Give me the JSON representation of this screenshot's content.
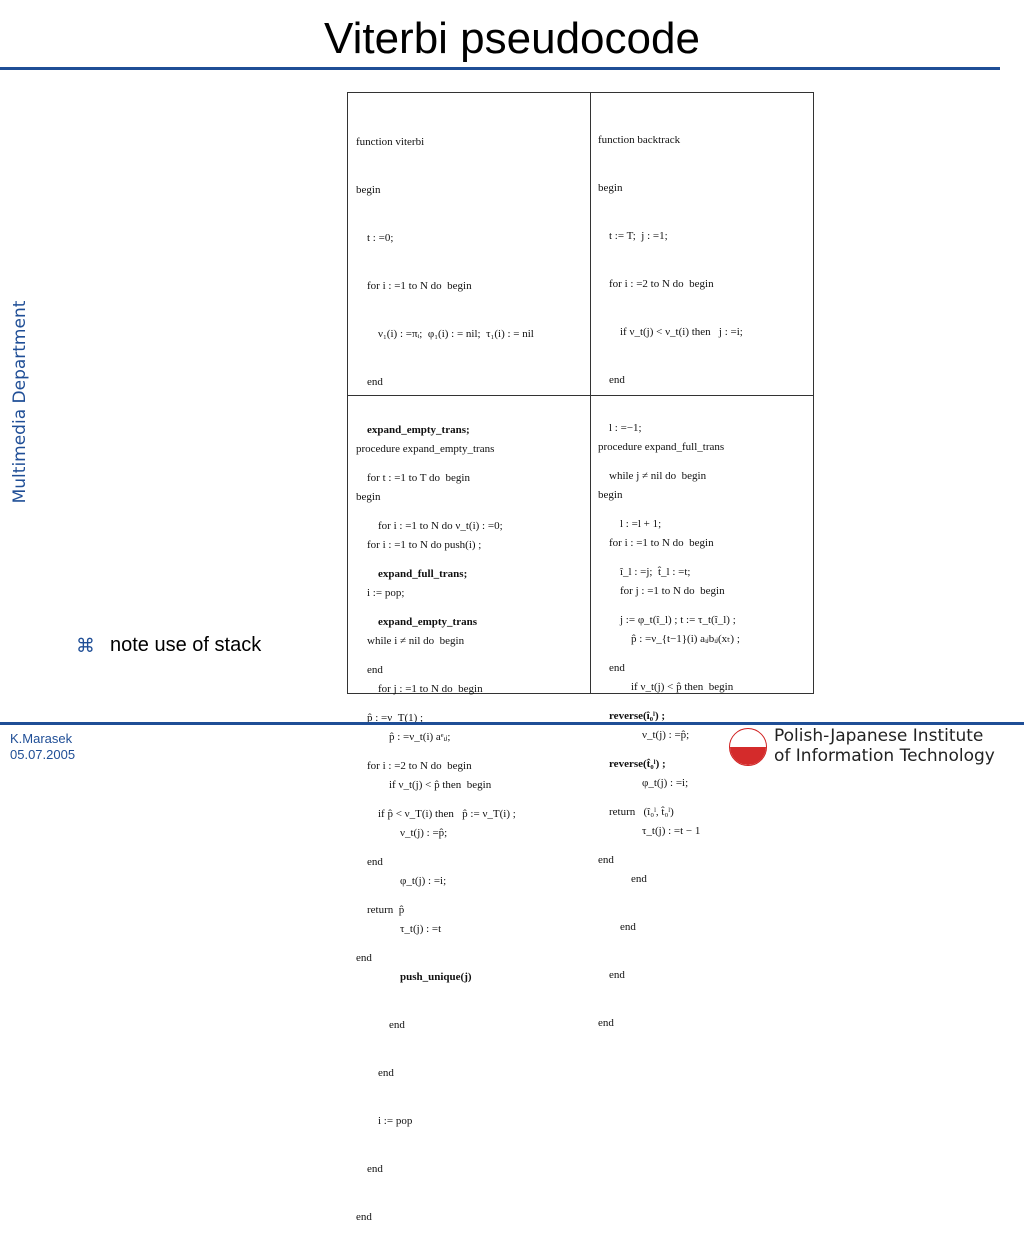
{
  "slide": {
    "title": "Viterbi pseudocode",
    "side_label": "Multimedia Department",
    "bullet_symbol": "⌘",
    "bullet_text": "note use of stack",
    "author": "K.Marasek",
    "date": "05.07.2005",
    "institute_line1": "Polish-Japanese Institute",
    "institute_line2": "of Information Technology",
    "accent_color": "#1f4e96",
    "logo_color": "#d42b2b"
  },
  "code": {
    "viterbi": [
      "function viterbi",
      "begin",
      "    t : =0;",
      "    for i : =1 to N do  begin",
      "        ν₁(i) : =πᵢ;  φ₁(i) : = nil;  τ₁(i) : = nil",
      "    end",
      "    expand_empty_trans;",
      "    for t : =1 to T do  begin",
      "        for i : =1 to N do ν_t(i) : =0;",
      "        expand_full_trans;",
      "        expand_empty_trans",
      "    end",
      "    p̂ : =ν_T(1) ;",
      "    for i : =2 to N do  begin",
      "        if p̂ < ν_T(i) then   p̂ := ν_T(i) ;",
      "    end",
      "    return  p̂",
      "end"
    ],
    "backtrack": [
      "function backtrack",
      "begin",
      "    t := T;  j : =1;",
      "    for i : =2 to N do  begin",
      "        if ν_t(j) < ν_t(i) then   j : =i;",
      "    end",
      "    l : =−1;",
      "    while j ≠ nil do  begin",
      "        l : =l + 1;",
      "        î_l : =j;  t̂_l : =t;",
      "        j := φ_t(î_l) ; t := τ_t(î_l) ;",
      "    end",
      "    reverse(î₀ˡ) ;",
      "    reverse(t̂₀ˡ) ;",
      "    return   (î₀ˡ, t̂₀ˡ)",
      "end"
    ],
    "expand_empty": [
      "procedure expand_empty_trans",
      "begin",
      "    for i : =1 to N do push(i) ;",
      "    i := pop;",
      "    while i ≠ nil do  begin",
      "        for j : =1 to N do  begin",
      "            p̂ : =ν_t(i) aᵉᵢⱼ;",
      "            if ν_t(j) < p̂ then  begin",
      "                ν_t(j) : =p̂;",
      "                φ_t(j) : =i;",
      "                τ_t(j) : =t",
      "                push_unique(j)",
      "            end",
      "        end",
      "        i := pop",
      "    end",
      "end"
    ],
    "expand_full": [
      "procedure expand_full_trans",
      "begin",
      "    for i : =1 to N do  begin",
      "        for j : =1 to N do  begin",
      "            p̂ : =ν_{t−1}(i) aᵢⱼbᵢⱼ(xₜ) ;",
      "            if ν_t(j) < p̂ then  begin",
      "                ν_t(j) : =p̂;",
      "                φ_t(j) : =i;",
      "                τ_t(j) : =t − 1",
      "            end",
      "        end",
      "    end",
      "end"
    ]
  }
}
